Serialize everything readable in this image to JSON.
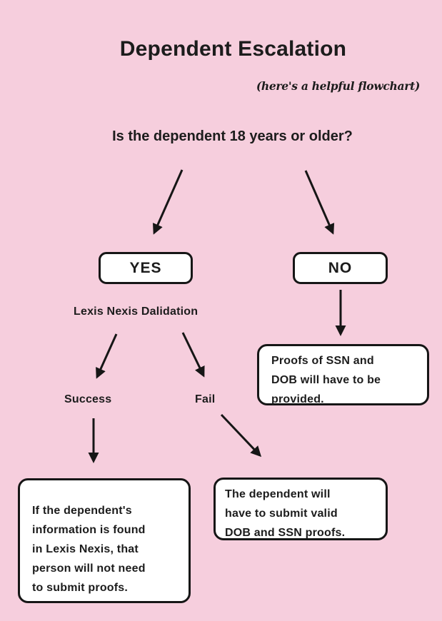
{
  "page": {
    "title": "Dependent Escalation",
    "subtitle": "(here's a helpful flowchart)"
  },
  "colors": {
    "background": "#f6cedd",
    "node_fill": "#ffffff",
    "node_border": "#161616",
    "text": "#1c1c1c",
    "arrow": "#161616"
  },
  "flowchart": {
    "question": "Is the dependent 18 years or older?",
    "nodes": {
      "yes": {
        "label": "YES"
      },
      "no": {
        "label": "NO"
      },
      "lexis": {
        "label": "Lexis Nexis Dalidation"
      },
      "success": {
        "label": "Success"
      },
      "fail": {
        "label": "Fail"
      },
      "no_outcome": {
        "text": "Proofs of SSN and DOB will have to be provided.",
        "lines": [
          "Proofs of SSN and",
          "DOB will have to be",
          "provided."
        ]
      },
      "success_outcome": {
        "text": "If the dependent's information is found in Lexis Nexis, that person will not need to submit proofs.",
        "lines": [
          "If the dependent's",
          "information is found",
          "in Lexis Nexis, that",
          "person will not need",
          "to submit proofs."
        ]
      },
      "fail_outcome": {
        "text": "The dependent will have to submit valid DOB and SSN proofs.",
        "lines": [
          "The dependent will",
          "have to submit valid",
          "DOB and SSN proofs."
        ]
      }
    },
    "edges": [
      {
        "from": "question",
        "to": "yes"
      },
      {
        "from": "question",
        "to": "no"
      },
      {
        "from": "no",
        "to": "no_outcome"
      },
      {
        "from": "lexis",
        "to": "success"
      },
      {
        "from": "lexis",
        "to": "fail"
      },
      {
        "from": "success",
        "to": "success_outcome"
      },
      {
        "from": "fail",
        "to": "fail_outcome"
      }
    ]
  }
}
